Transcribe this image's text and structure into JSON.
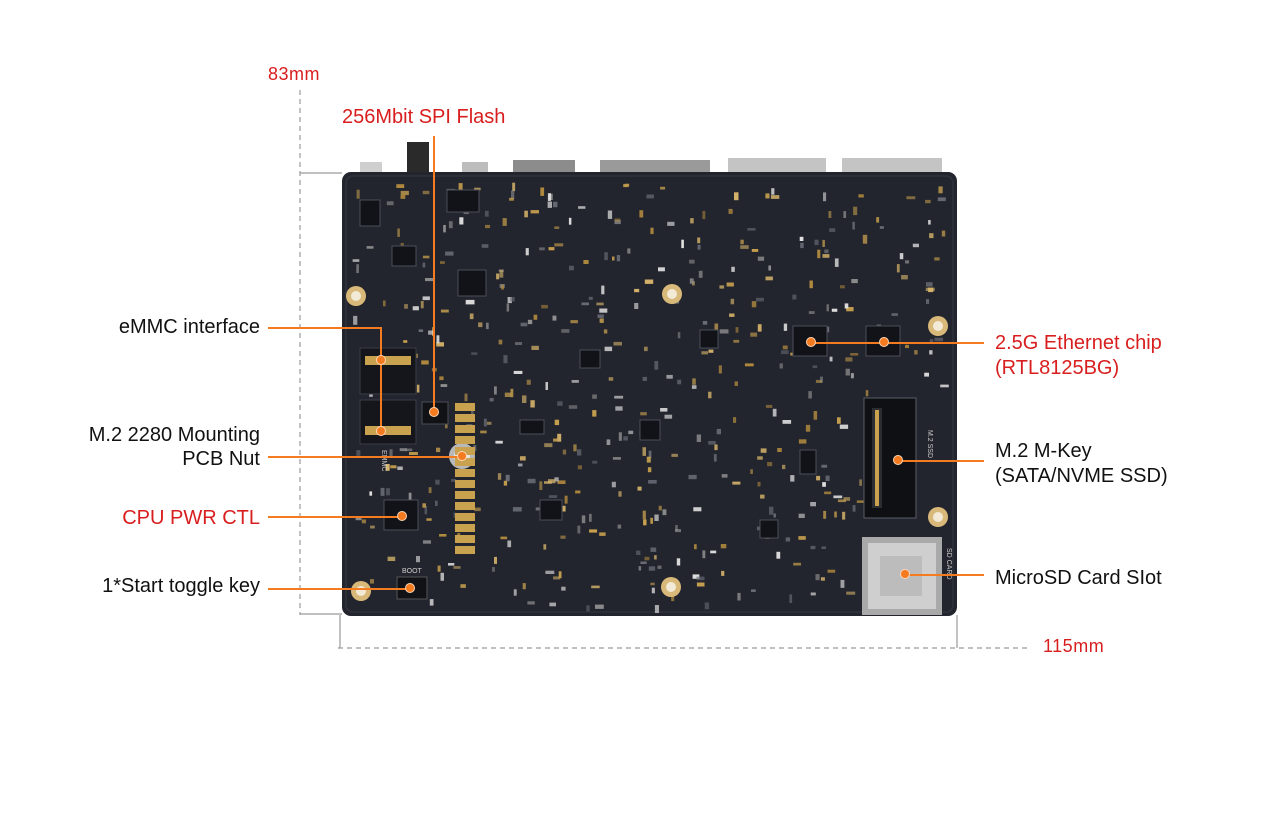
{
  "dimensions": {
    "height": "83mm",
    "width": "115mm"
  },
  "callouts": {
    "spi_flash": "256Mbit SPI Flash",
    "emmc": "eMMC interface",
    "m2_nut_line1": "M.2 2280 Mounting",
    "m2_nut_line2": "PCB Nut",
    "cpu_pwr": "CPU PWR CTL",
    "start_key": "1*Start toggle key",
    "ethernet_line1": "2.5G Ethernet chip",
    "ethernet_line2": "(RTL8125BG)",
    "m2_key_line1": "M.2 M-Key",
    "m2_key_line2": "(SATA/NVME SSD)",
    "microsd": "MicroSD Card SIot"
  },
  "silkscreen": {
    "emmc": "EMMC",
    "m2_ssd": "M.2 SSD",
    "sd_card": "SD CARD",
    "boot": "BOOT"
  },
  "colors": {
    "board": "#23252e",
    "leader": "#f47b20",
    "accent_red": "#d81e1e",
    "text": "#111111",
    "dim_line": "#9a9a9a"
  }
}
